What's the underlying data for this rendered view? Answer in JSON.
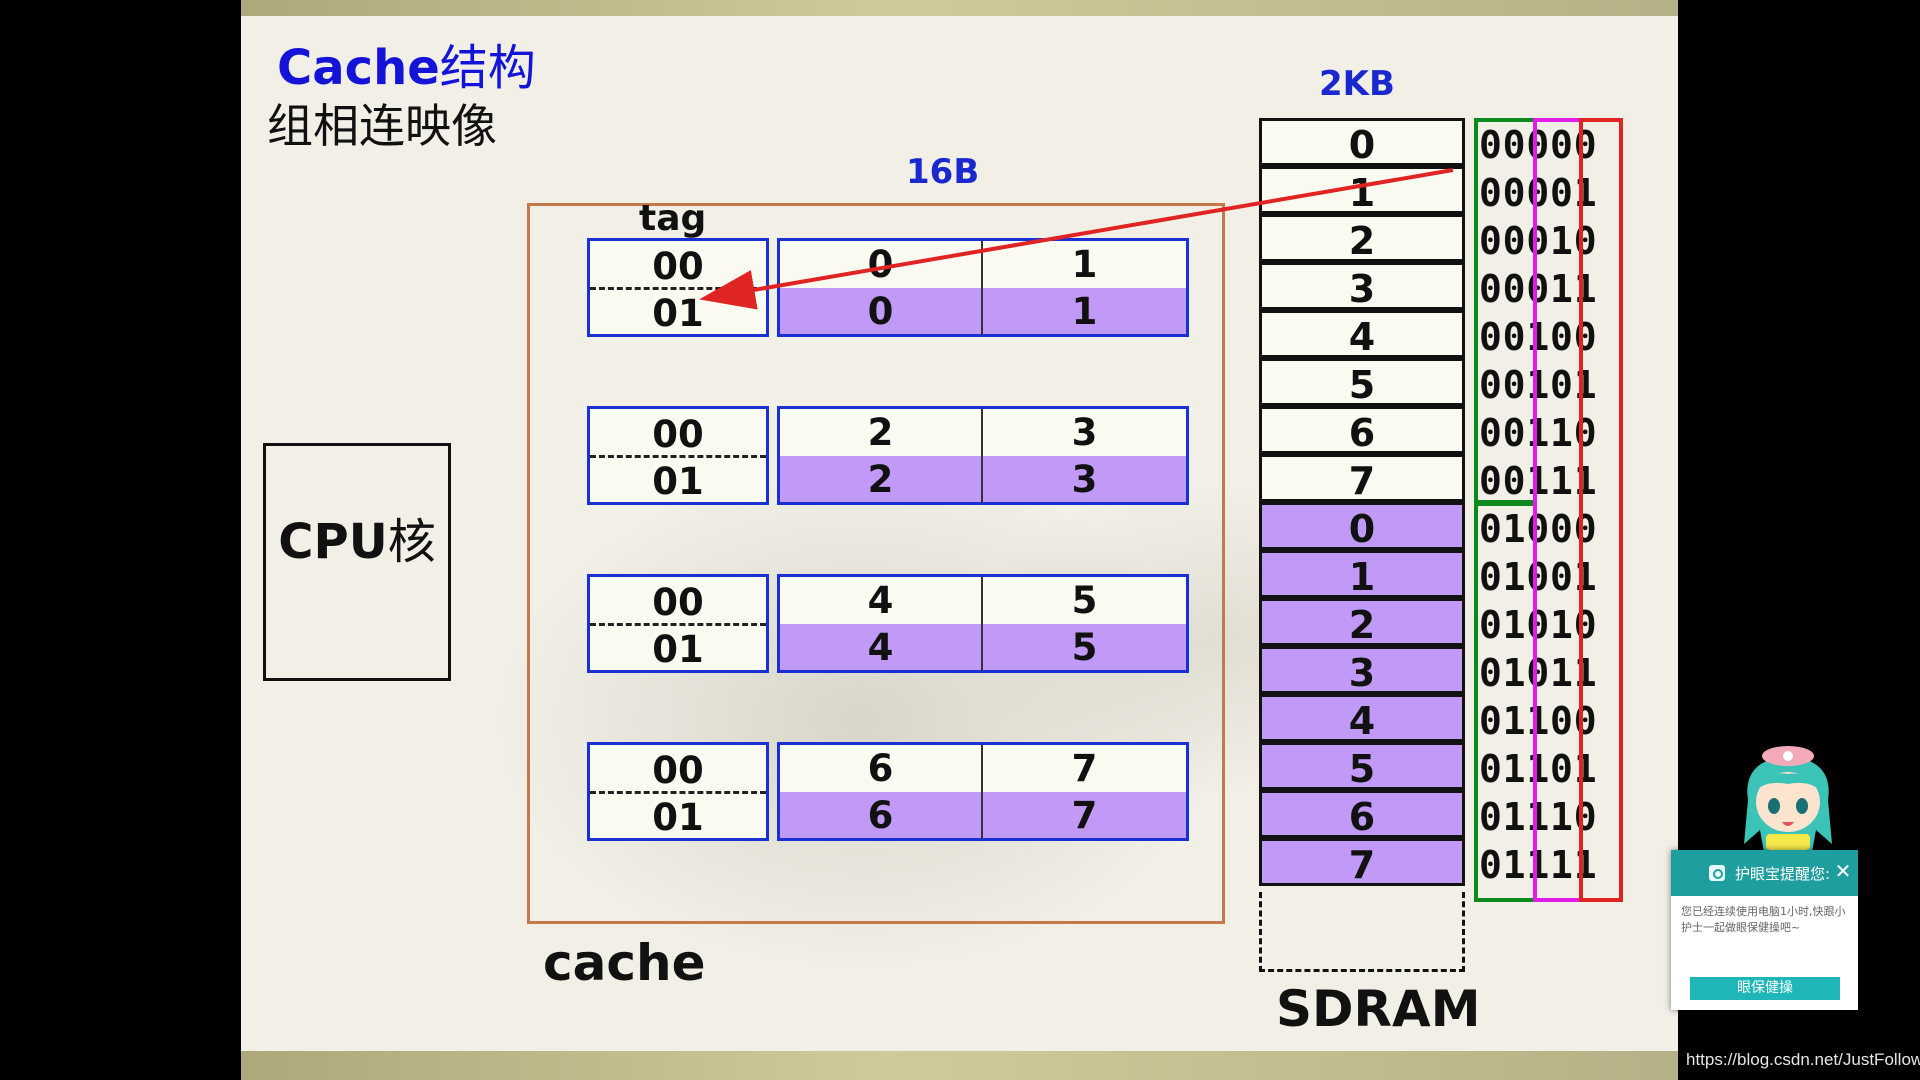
{
  "slide": {
    "title_latin": "Cache",
    "title_cn": "结构",
    "subtitle": "组相连映像",
    "label_16b": "16B",
    "label_2kb": "2KB",
    "tag_label": "tag",
    "cpu_latin": "CPU",
    "cpu_cn": "核",
    "cache_label": "cache",
    "sdram_label": "SDRAM"
  },
  "cache_sets": [
    {
      "tags": [
        "00",
        "01"
      ],
      "way0": [
        "0",
        "1"
      ],
      "way1": [
        "0",
        "1"
      ]
    },
    {
      "tags": [
        "00",
        "01"
      ],
      "way0": [
        "2",
        "3"
      ],
      "way1": [
        "2",
        "3"
      ]
    },
    {
      "tags": [
        "00",
        "01"
      ],
      "way0": [
        "4",
        "5"
      ],
      "way1": [
        "4",
        "5"
      ]
    },
    {
      "tags": [
        "00",
        "01"
      ],
      "way0": [
        "6",
        "7"
      ],
      "way1": [
        "6",
        "7"
      ]
    }
  ],
  "sdram_rows": [
    "0",
    "1",
    "2",
    "3",
    "4",
    "5",
    "6",
    "7",
    "0",
    "1",
    "2",
    "3",
    "4",
    "5",
    "6",
    "7"
  ],
  "addresses": [
    "00000",
    "00001",
    "00010",
    "00011",
    "00100",
    "00101",
    "00110",
    "00111",
    "01000",
    "01001",
    "01010",
    "01011",
    "01100",
    "01101",
    "01110",
    "01111"
  ],
  "colors": {
    "title_blue": "#1414d9",
    "box_blue": "#1830d4",
    "purple_fill": "#c09af6",
    "cache_frame": "#c5784a",
    "green_group": "#0a8a1d",
    "magenta_group": "#e21ce8",
    "red_group": "#e02323",
    "arrow": "#e02323"
  },
  "popup": {
    "title": "护眼宝提醒您:",
    "close": "✕",
    "message": "您已经连续使用电脑1小时,快跟小护士一起做眼保健操吧~",
    "button": "眼保健操"
  },
  "watermark": "https://blog.csdn.net/JustFollow"
}
